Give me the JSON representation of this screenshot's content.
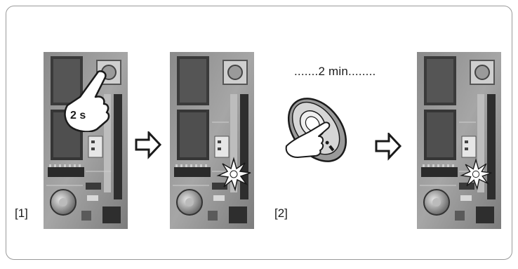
{
  "steps": {
    "step1_label": "[1]",
    "step2_label": "[2]",
    "press_duration": "2 s",
    "wait_text": ".......2 min........"
  },
  "icons": {
    "board_photo": "circuit-board-photo",
    "hand_press": "hand-pointer-icon",
    "remote": "remote-control-icon",
    "arrow": "right-arrow-icon",
    "led_flash": "led-flash-icon"
  }
}
